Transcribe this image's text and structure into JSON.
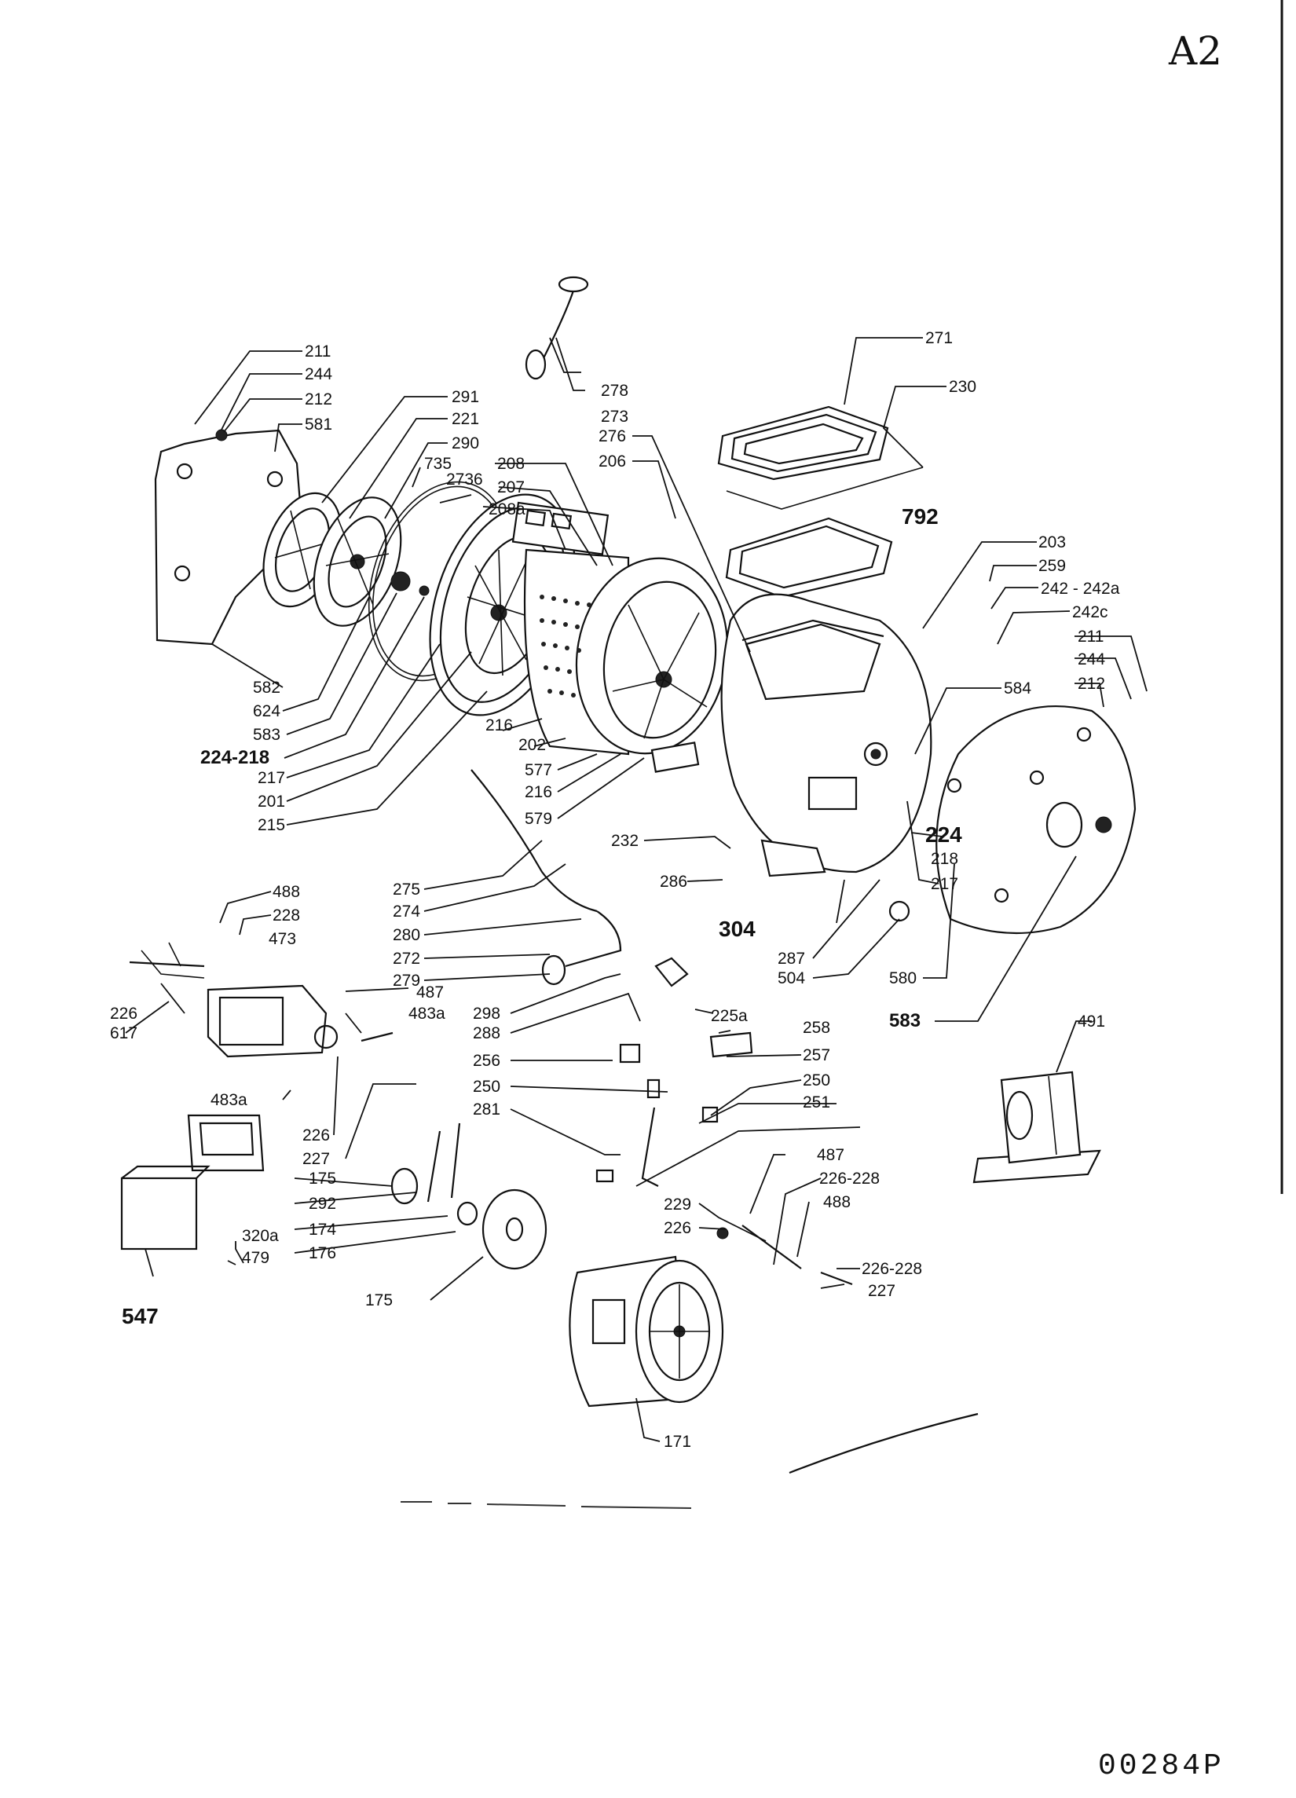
{
  "sheet_id": "A2",
  "document_number": "00284P",
  "labels": [
    "211",
    "244",
    "212",
    "581",
    "291",
    "221",
    "290",
    "735",
    "2736",
    "208",
    "207",
    "208a",
    "206",
    "276",
    "273",
    "278",
    "271",
    "230",
    "792",
    "203",
    "259",
    "242 - 242a",
    "242c",
    "211",
    "244",
    "212",
    "584",
    "582",
    "624",
    "583",
    "224-218",
    "217",
    "201",
    "215",
    "216",
    "202",
    "577",
    "216",
    "579",
    "232",
    "286",
    "304",
    "287",
    "504",
    "224",
    "218",
    "217",
    "580",
    "583",
    "275",
    "274",
    "280",
    "272",
    "279",
    "298",
    "288",
    "225a",
    "258",
    "257",
    "250",
    "251",
    "256",
    "250",
    "281",
    "488",
    "228",
    "473",
    "487",
    "483a",
    "226",
    "617",
    "483a",
    "226",
    "227",
    "320a",
    "479",
    "547",
    "175",
    "292",
    "174",
    "176",
    "175",
    "491",
    "487",
    "226-228",
    "488",
    "229",
    "226",
    "226-228",
    "227",
    "171"
  ]
}
